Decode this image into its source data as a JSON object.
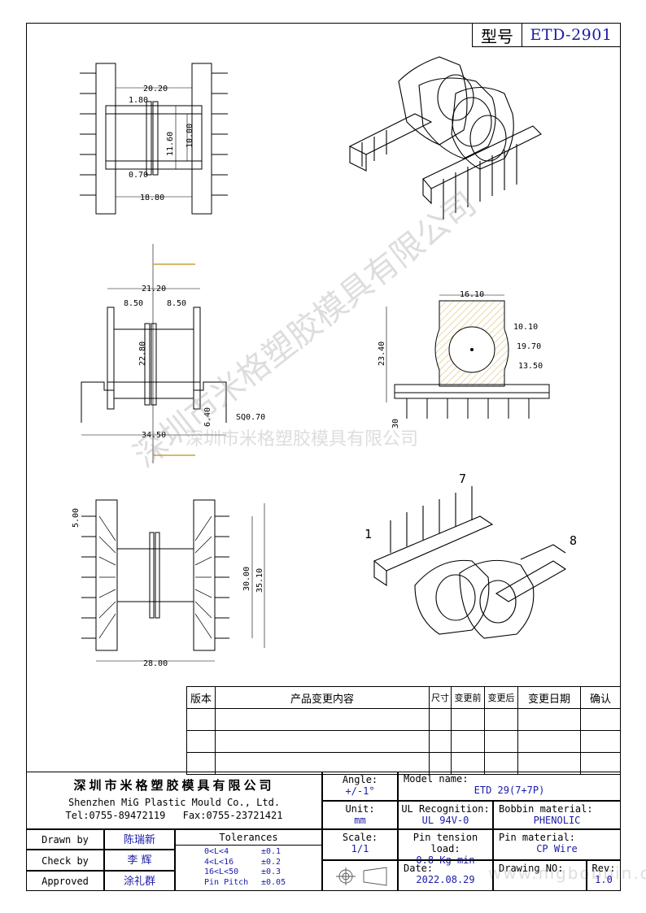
{
  "header": {
    "model_label": "型号",
    "model_value": "ETD-2901"
  },
  "views": {
    "top": {
      "dims": [
        "20.20",
        "1.80",
        "11.60",
        "10.00",
        "0.70",
        "18.80"
      ]
    },
    "side": {
      "dims": [
        "21.20",
        "8.50",
        "8.50",
        "22.80",
        "SQ0.70",
        "6.40",
        "34.50"
      ]
    },
    "front": {
      "dims": [
        "16.10",
        "23.40",
        "10.10",
        "19.70",
        "13.50",
        "30"
      ]
    },
    "bottom": {
      "dims": [
        "5.00",
        "30.00",
        "35.10",
        "28.00"
      ]
    },
    "iso_pin_labels": [
      "7",
      "1",
      "8"
    ]
  },
  "watermark": {
    "company": "深圳市米格塑胶模具有限公司",
    "diagonal": "深圳市米格塑胶模具有限公司",
    "url": "www.mgbobbin.com"
  },
  "revision_table": {
    "headers": [
      "版本",
      "产品变更内容",
      "尺寸",
      "变更前",
      "变更后",
      "变更日期",
      "确认"
    ]
  },
  "title_block": {
    "company_cn": "深圳市米格塑胶模具有限公司",
    "company_en": "Shenzhen MiG Plastic Mould Co., Ltd.",
    "tel": "Tel:0755-89472119",
    "fax": "Fax:0755-23721421",
    "angle_label": "Angle:",
    "angle_value": "+/-1°",
    "model_name_label": "Model name:",
    "model_name_value": "ETD 29(7+7P)",
    "unit_label": "Unit:",
    "unit_value": "mm",
    "ul_label": "UL Recognition:",
    "ul_value": "UL 94V-0",
    "bobbin_label": "Bobbin material:",
    "bobbin_value": "PHENOLIC",
    "scale_label": "Scale:",
    "scale_value": "1/1",
    "tension_label": "Pin tension load:",
    "tension_value": "0.8 Kg min",
    "pin_material_label": "Pin material:",
    "pin_material_value": "CP Wire",
    "date_label": "Date:",
    "date_value": "2022.08.29",
    "drawing_no_label": "Drawing NO:",
    "rev_label": "Rev:",
    "rev_value": "1.0",
    "drawn_by_label": "Drawn by",
    "drawn_by_value": "陈瑞新",
    "check_by_label": "Check by",
    "check_by_value": "李 辉",
    "approved_label": "Approved",
    "approved_value": "涂礼群",
    "tolerances_label": "Tolerances",
    "tolerances": [
      {
        "range": "0<L<4",
        "tol": "±0.1"
      },
      {
        "range": "4<L<16",
        "tol": "±0.2"
      },
      {
        "range": "16<L<50",
        "tol": "±0.3"
      },
      {
        "range": "Pin Pitch",
        "tol": "±0.05"
      }
    ]
  }
}
